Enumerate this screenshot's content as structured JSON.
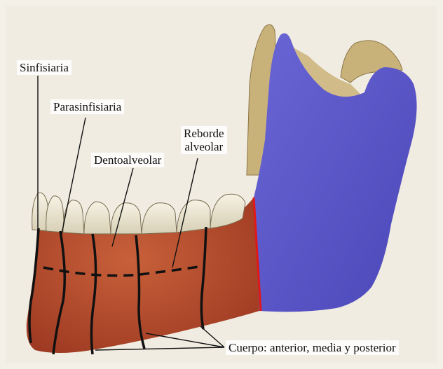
{
  "labels": {
    "sinfisiaria": "Sinfisiaria",
    "parasinfisiaria": "Parasinfisiaria",
    "dentoalveolar": "Dentoalveolar",
    "reborde_line1": "Reborde",
    "reborde_line2": "alveolar",
    "cuerpo": "Cuerpo: anterior, media y posterior"
  },
  "colors": {
    "background": "#f3f0e8",
    "body_region": "#b5452a",
    "ramus_region": "#5a56c8",
    "bone": "#c9b27a",
    "divider": "#e01818",
    "lines": "#111111"
  }
}
